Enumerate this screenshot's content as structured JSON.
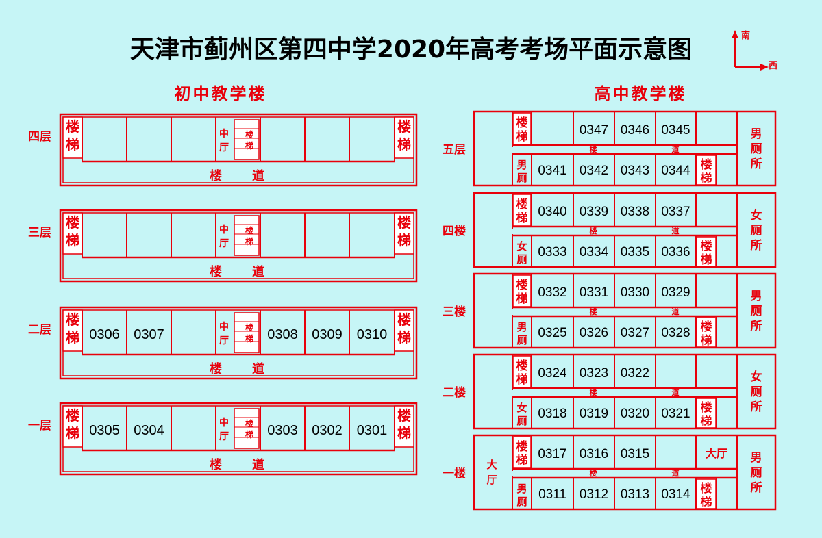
{
  "title": "天津市蓟州区第四中学2020年高考考场平面示意图",
  "compass": {
    "north_label": "南",
    "east_label": "西"
  },
  "junior": {
    "name": "初中教学楼",
    "floors": [
      {
        "label": "四层",
        "rooms": [
          "",
          "",
          "",
          "",
          "",
          ""
        ]
      },
      {
        "label": "三层",
        "rooms": [
          "",
          "",
          "",
          "",
          "",
          ""
        ]
      },
      {
        "label": "二层",
        "rooms": [
          "0306",
          "0307",
          "",
          "0308",
          "0309",
          "0310"
        ]
      },
      {
        "label": "一层",
        "rooms": [
          "0305",
          "0304",
          "",
          "0303",
          "0302",
          "0301"
        ]
      }
    ],
    "stair": "楼梯",
    "hall": "中厅",
    "corridor_a": "楼",
    "corridor_b": "道"
  },
  "senior": {
    "name": "高中教学楼",
    "floors": [
      {
        "label": "五层",
        "top": [
          "",
          "0347",
          "0346",
          "0345"
        ],
        "bottom": [
          "0341",
          "0342",
          "0343",
          "0344"
        ],
        "toilet_left": "男厕",
        "toilet_right": "男厕所",
        "hall_left": "",
        "hall_right": ""
      },
      {
        "label": "四楼",
        "top": [
          "0340",
          "0339",
          "0338",
          "0337"
        ],
        "bottom": [
          "0333",
          "0334",
          "0335",
          "0336"
        ],
        "toilet_left": "女厕",
        "toilet_right": "女厕所",
        "hall_left": "",
        "hall_right": ""
      },
      {
        "label": "三楼",
        "top": [
          "0332",
          "0331",
          "0330",
          "0329"
        ],
        "bottom": [
          "0325",
          "0326",
          "0327",
          "0328"
        ],
        "toilet_left": "男厕",
        "toilet_right": "男厕所",
        "hall_left": "",
        "hall_right": ""
      },
      {
        "label": "二楼",
        "top": [
          "0324",
          "0323",
          "0322",
          ""
        ],
        "bottom": [
          "0318",
          "0319",
          "0320",
          "0321"
        ],
        "toilet_left": "女厕",
        "toilet_right": "女厕所",
        "hall_left": "",
        "hall_right": ""
      },
      {
        "label": "一楼",
        "top": [
          "0317",
          "0316",
          "0315",
          ""
        ],
        "bottom": [
          "0311",
          "0312",
          "0313",
          "0314"
        ],
        "toilet_left": "男厕",
        "toilet_right": "男厕所",
        "hall_left": "大厅",
        "hall_right": "大厅"
      }
    ],
    "stair": "楼梯",
    "corridor_a": "楼",
    "corridor_b": "道"
  },
  "colors": {
    "accent": "#e8000b",
    "background": "#c6f5f6",
    "text": "#000000"
  }
}
